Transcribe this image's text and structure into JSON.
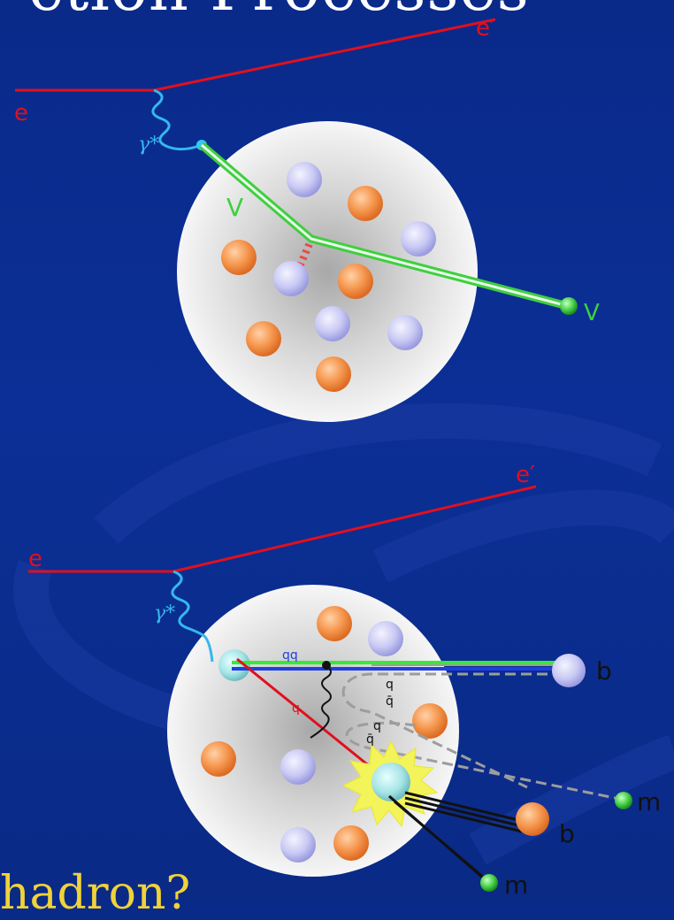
{
  "title": "ction Processes",
  "footer": "hadron?",
  "colors": {
    "background": "#0b2f96",
    "electron": "#e0101e",
    "photon": "#35b7ef",
    "vector_meson": "#3fcf3f",
    "quark_pair_top": "#39e839",
    "quark_pair_bottom": "#1f3fe0",
    "quark_line": "#e0101e",
    "string": "#a0a0a0",
    "flash": "#f3f35a",
    "lavender_ball": "#c8c8f5",
    "orange_ball": "#f3904a"
  },
  "top_diagram": {
    "electron_in": "e",
    "electron_out": "e′",
    "photon": "γ*",
    "meson_inside": "V",
    "meson_out": "V"
  },
  "bottom_diagram": {
    "electron_in": "e",
    "electron_out": "e′",
    "photon": "γ*",
    "diquark": "qq",
    "struck_quark": "q",
    "pair_1_quark": "q",
    "pair_1_antiquark": "q̄",
    "pair_2_quark": "q",
    "pair_2_antiquark": "q̄",
    "baryon_1": "b",
    "baryon_2": "b",
    "meson_1": "m",
    "meson_2": "m"
  }
}
